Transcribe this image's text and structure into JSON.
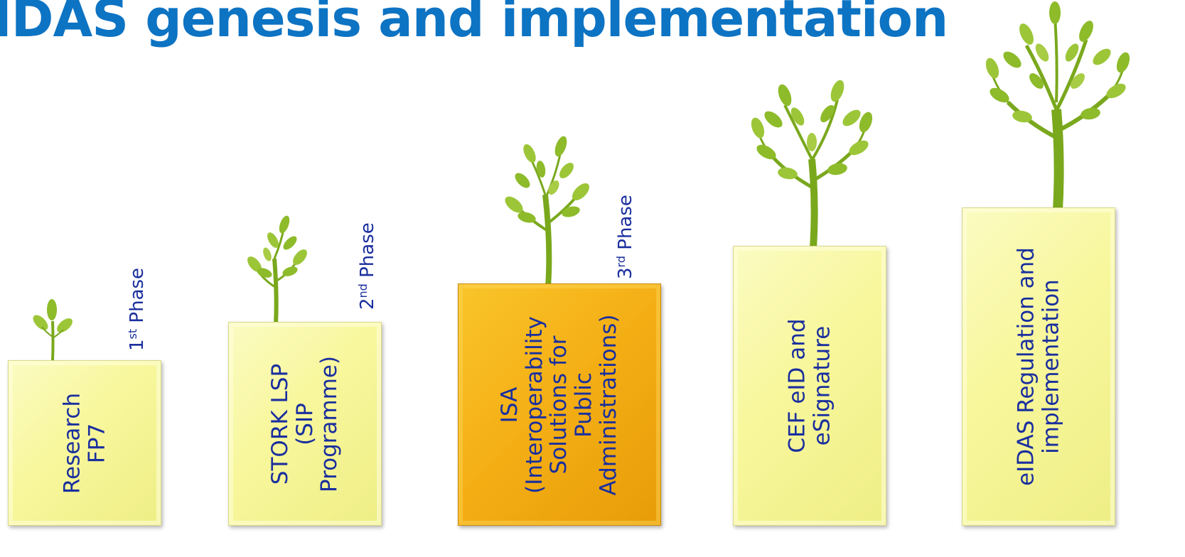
{
  "title": "IDAS genesis and implementation",
  "blocks": [
    {
      "label": "Research\nFP7",
      "color": "#f8f79c"
    },
    {
      "label": "STORK LSP\n(SIP\nProgramme)",
      "color": "#f8f79c"
    },
    {
      "label": "ISA\n(Interoperability\nSolutions for\nPublic\nAdministrations)",
      "color": "#f4ae14"
    },
    {
      "label": "CEF eID and\neSignature",
      "color": "#f8f79c"
    },
    {
      "label": "eIDAS Regulation and\nimplementation",
      "color": "#f8f79c"
    }
  ],
  "phases": [
    {
      "num": "1",
      "sup": "st",
      "word": "Phase"
    },
    {
      "num": "2",
      "sup": "nd",
      "word": "Phase"
    },
    {
      "num": "3",
      "sup": "rd",
      "word": "Phase"
    }
  ],
  "icons": [
    "sprout-icon",
    "sapling-icon",
    "young-tree-icon",
    "tree-icon",
    "large-tree-icon"
  ],
  "colors": {
    "title": "#0d73c3",
    "label_text": "#1a2f9e",
    "foliage": "#8dbb2a",
    "trunk": "#7aa81d"
  }
}
